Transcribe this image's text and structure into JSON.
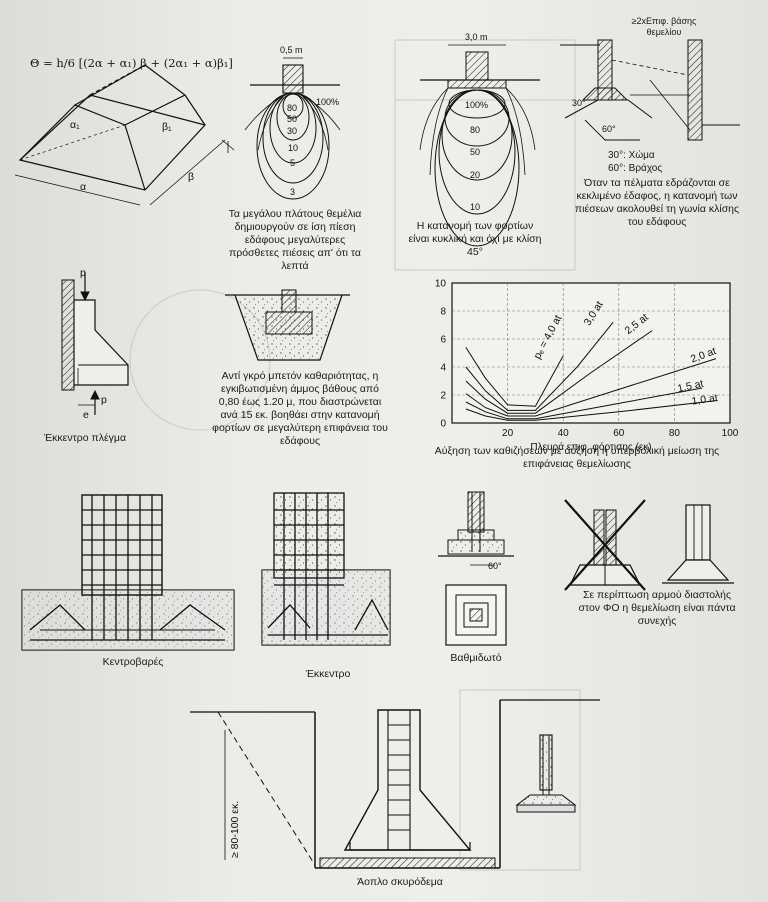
{
  "formula": "Θ = h/6 [(2α + α₁) β + (2α₁ + α)β₁]",
  "fig1": {
    "alpha1": "α₁",
    "beta1": "β₁",
    "alpha": "α",
    "beta": "β"
  },
  "narrow": {
    "width": "0,5 m",
    "contours": [
      "80",
      "50",
      "30",
      "100%",
      "10",
      "5",
      "3"
    ]
  },
  "wide": {
    "width": "3,0 m",
    "contours": [
      "100%",
      "80",
      "50",
      "20",
      "10"
    ]
  },
  "slope": {
    "label_top": "≥2xΕπιφ. βάσης θεμελίου",
    "angle30": "30°",
    "angle60": "60°",
    "legend1": "30°: Χώμα",
    "legend2": "60°: Βράχος"
  },
  "captions": {
    "wide_footing": "Τα μεγάλου πλάτους θεμέλια δημιουργούν σε ίση πίεση εδάφους μεγαλύτερες πρόσθετες πιέσεις απ' ότι τα λεπτά",
    "distribution": "Η κατανομή των φορτίων είναι κυκλική και όχι με κλίση 45°",
    "slope": "Όταν τα πέλματα εδράζονται σε κεκλιμένο έδαφος, η κατανομή των πιέσεων ακολουθεί τη γωνία κλίσης του εδάφους",
    "sand": "Αντί γκρό μπετόν καθαριότητας, η εγκιβωτισμένη άμμος βάθους από 0,80 έως 1.20 μ, που διαστρώνεται ανά 15 εκ. βοηθάει στην κατανομή φορτίων σε μεγαλύτερη επιφάνεια του εδάφους",
    "chart_caption": "Αύξηση των καθιζήσεων με αύξηση ή υπερβολική μείωση της επιφάνειας θεμελίωσης",
    "eccentric_grid": "Έκκεντρο πλέγμα",
    "centric": "Κεντροβαρές",
    "eccentric": "Έκκεντρο",
    "stepped": "Βαθμιδωτό",
    "expansion": "Σε περίπτωση αρμού διαστολής στον ΦΟ η θεμελίωση είναι πάντα συνεχής",
    "plain_concrete": "Άοπλο σκυρόδεμα",
    "depth": "≥ 80-100 εκ."
  },
  "eccentric_labels": {
    "p_top": "p",
    "p_bottom": "p",
    "e": "e"
  },
  "stepped_angle": "60°",
  "chart_data": {
    "type": "line",
    "xlabel": "Πλευρά επιφ. φόρτισης (εκ)",
    "ylabel": "",
    "xlim": [
      0,
      100
    ],
    "ylim": [
      0,
      10
    ],
    "xticks": [
      "20",
      "40",
      "60",
      "80",
      "100"
    ],
    "yticks": [
      "0",
      "2",
      "4",
      "6",
      "8",
      "10"
    ],
    "grid": true,
    "series": [
      {
        "name": "pₑ = 4,0 at",
        "x": [
          5,
          12,
          20,
          30,
          40
        ],
        "y": [
          5.4,
          3.2,
          1.3,
          1.2,
          4.8
        ]
      },
      {
        "name": "3,0 at",
        "x": [
          5,
          12,
          20,
          30,
          45,
          58
        ],
        "y": [
          4.0,
          2.3,
          0.9,
          0.9,
          4.0,
          7.2
        ]
      },
      {
        "name": "2,5 at",
        "x": [
          5,
          12,
          20,
          30,
          50,
          72
        ],
        "y": [
          3.0,
          1.7,
          0.7,
          0.7,
          3.6,
          6.6
        ]
      },
      {
        "name": "2,0 at",
        "x": [
          5,
          12,
          20,
          30,
          60,
          95
        ],
        "y": [
          2.1,
          1.1,
          0.5,
          0.5,
          2.4,
          4.6
        ]
      },
      {
        "name": "1,5 at",
        "x": [
          5,
          12,
          20,
          30,
          60,
          90
        ],
        "y": [
          1.5,
          0.8,
          0.3,
          0.3,
          1.4,
          2.5
        ]
      },
      {
        "name": "1,0 at",
        "x": [
          5,
          12,
          20,
          30,
          60,
          95
        ],
        "y": [
          1.0,
          0.5,
          0.2,
          0.2,
          0.8,
          1.6
        ]
      }
    ]
  }
}
